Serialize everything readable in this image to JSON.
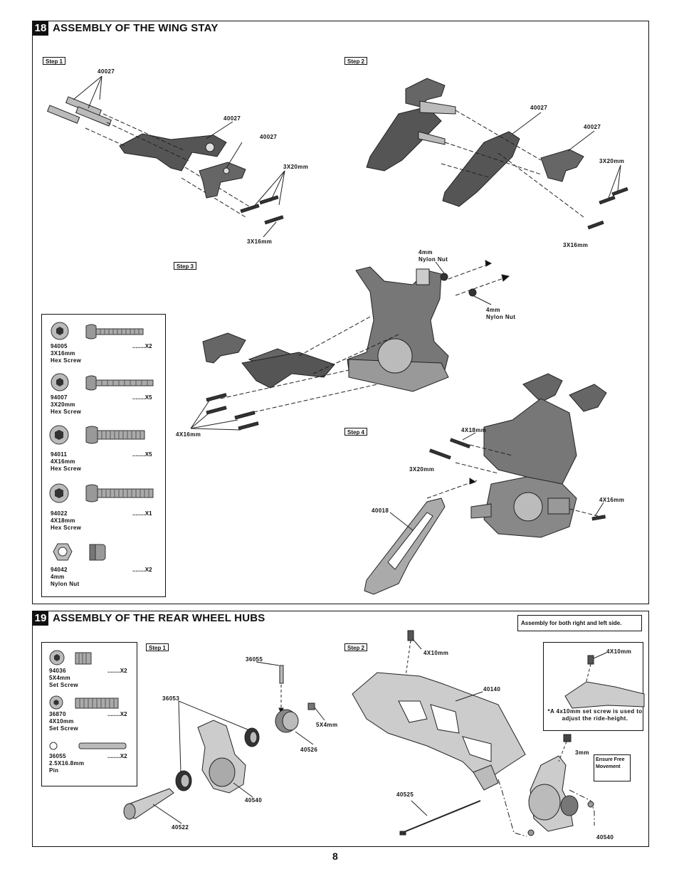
{
  "page_number": "8",
  "section18": {
    "number": "18",
    "title": "ASSEMBLY OF THE WING STAY",
    "steps": [
      "Step 1",
      "Step 2",
      "Step 3",
      "Step 4"
    ],
    "labels": {
      "s1_40027_a": "40027",
      "s1_40027_b": "40027",
      "s1_40027_c": "40027",
      "s1_3x20": "3X20mm",
      "s1_3x16": "3X16mm",
      "s2_40027_a": "40027",
      "s2_40027_b": "40027",
      "s2_3x20": "3X20mm",
      "s2_3x16": "3X16mm",
      "s3_nut_a_1": "4mm",
      "s3_nut_a_2": "Nylon Nut",
      "s3_nut_b_1": "4mm",
      "s3_nut_b_2": "Nylon Nut",
      "s3_4x16": "4X16mm",
      "s4_4x18": "4X18mm",
      "s4_3x20": "3X20mm",
      "s4_4x16": "4X16mm",
      "s4_40018": "40018"
    },
    "parts": [
      {
        "code": "94005",
        "size": "3X16mm",
        "type": "Hex Screw",
        "qty": "........X2"
      },
      {
        "code": "94007",
        "size": "3X20mm",
        "type": "Hex Screw",
        "qty": "........X5"
      },
      {
        "code": "94011",
        "size": "4X16mm",
        "type": "Hex Screw",
        "qty": "........X5"
      },
      {
        "code": "94022",
        "size": "4X18mm",
        "type": "Hex Screw",
        "qty": "........X1"
      },
      {
        "code": "94042",
        "size": "4mm",
        "type": "Nylon Nut",
        "qty": "........X2"
      }
    ]
  },
  "section19": {
    "number": "19",
    "title": "ASSEMBLY OF THE REAR WHEEL HUBS",
    "steps": [
      "Step 1",
      "Step 2"
    ],
    "note": "Assembly for both right and left side.",
    "labels": {
      "s1_36055": "36055",
      "s1_36053": "36053",
      "s1_5x4": "5X4mm",
      "s1_40526": "40526",
      "s1_40540": "40540",
      "s1_40522": "40522",
      "s2_4x10": "4X10mm",
      "s2_40140": "40140",
      "s2_40525": "40525",
      "s2_3mm": "3mm",
      "s2_40540": "40540",
      "inset_4x10": "4X10mm",
      "inset_note": "*A 4x10mm set screw is used to adjust the ride-height.",
      "ensure": "Ensure Free Movement"
    },
    "parts": [
      {
        "code": "94036",
        "size": "5X4mm",
        "type": "Set Screw",
        "qty": "........X2"
      },
      {
        "code": "36870",
        "size": "4X10mm",
        "type": "Set Screw",
        "qty": "........X2"
      },
      {
        "code": "36055",
        "size": "2.5X16.8mm",
        "type": "Pin",
        "qty": "........X2"
      }
    ]
  }
}
